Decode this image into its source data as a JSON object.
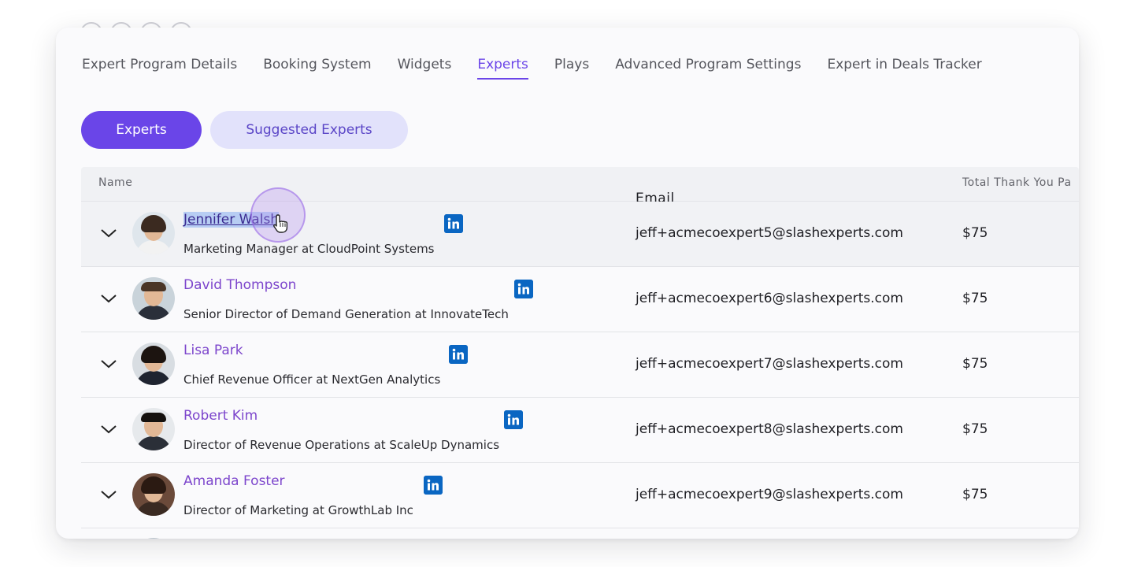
{
  "tabs": [
    {
      "label": "Expert Program Details",
      "active": false
    },
    {
      "label": "Booking System",
      "active": false
    },
    {
      "label": "Widgets",
      "active": false
    },
    {
      "label": "Experts",
      "active": true
    },
    {
      "label": "Plays",
      "active": false
    },
    {
      "label": "Advanced Program Settings",
      "active": false
    },
    {
      "label": "Expert in Deals Tracker",
      "active": false
    }
  ],
  "pills": {
    "experts_label": "Experts",
    "suggested_label": "Suggested Experts"
  },
  "table": {
    "headers": {
      "name": "Name",
      "email": "Email",
      "total": "Total Thank You Pa"
    },
    "rows": [
      {
        "name": "Jennifer Walsh",
        "title": "Marketing Manager at CloudPoint Systems",
        "email": "jeff+acmecoexpert5@slashexperts.com",
        "amount": "$75"
      },
      {
        "name": "David Thompson",
        "title": "Senior Director of Demand Generation at InnovateTech",
        "email": "jeff+acmecoexpert6@slashexperts.com",
        "amount": "$75"
      },
      {
        "name": "Lisa Park",
        "title": "Chief Revenue Officer at NextGen Analytics",
        "email": "jeff+acmecoexpert7@slashexperts.com",
        "amount": "$75"
      },
      {
        "name": "Robert Kim",
        "title": "Director of Revenue Operations at ScaleUp Dynamics",
        "email": "jeff+acmecoexpert8@slashexperts.com",
        "amount": "$75"
      },
      {
        "name": "Amanda Foster",
        "title": "Director of Marketing at GrowthLab Inc",
        "email": "jeff+acmecoexpert9@slashexperts.com",
        "amount": "$75"
      }
    ]
  },
  "icons": {
    "expand": "chevron-down-icon",
    "linkedin": "linkedin-icon",
    "cursor": "pointer-hand-icon"
  },
  "colors": {
    "accent": "#6a45e8",
    "link": "#7c45cc",
    "linkedin": "#0a66c2",
    "pill_secondary_bg": "#e2e2fb"
  }
}
